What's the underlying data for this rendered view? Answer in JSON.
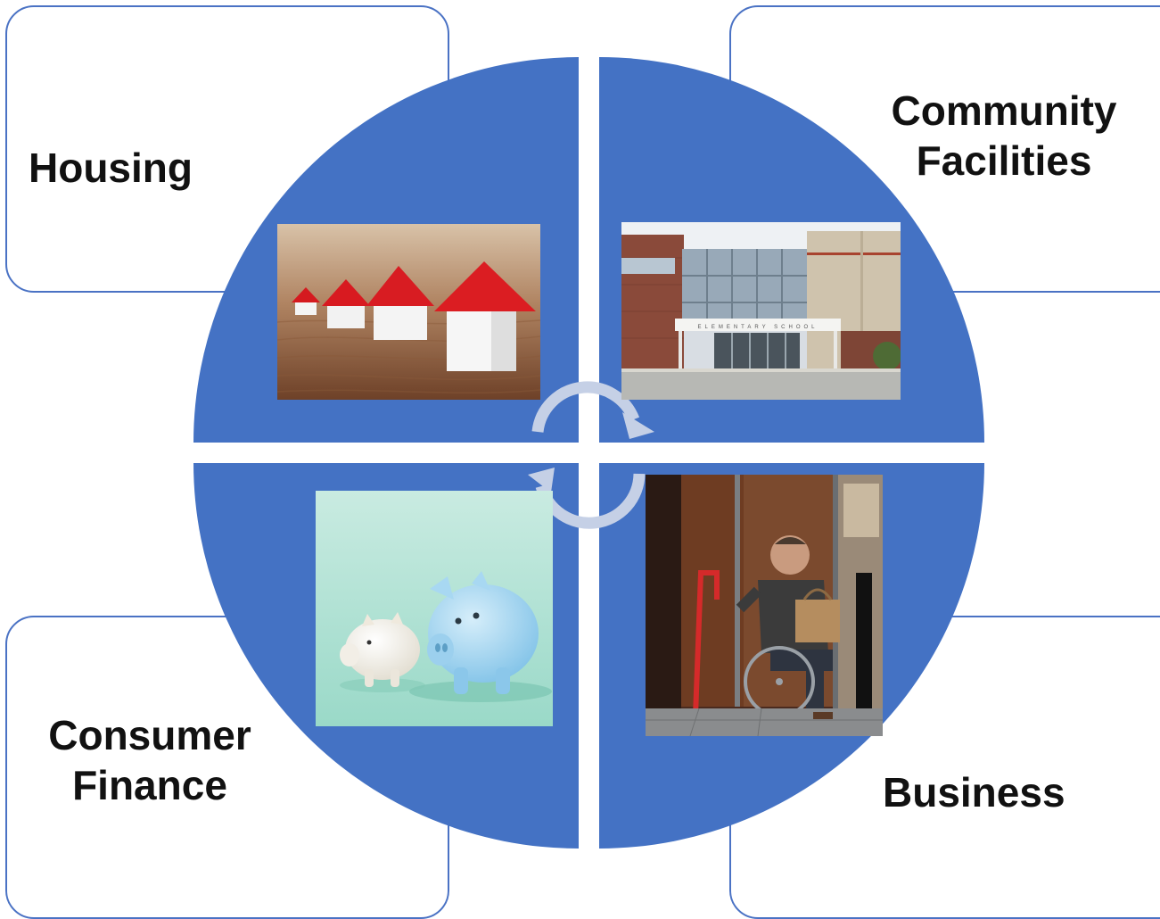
{
  "quadrants": {
    "housing": {
      "label": "Housing",
      "image": "miniature-houses-photo"
    },
    "community": {
      "label": "Community Facilities",
      "line1": "Community",
      "line2": "Facilities",
      "image": "elementary-school-building-photo"
    },
    "consumer": {
      "label": "Consumer Finance",
      "line1": "Consumer",
      "line2": "Finance",
      "image": "piggy-banks-photo"
    },
    "business": {
      "label": "Business",
      "image": "wheelchair-user-doorway-photo"
    }
  },
  "school_sign": "ELEMENTARY SCHOOL",
  "colors": {
    "wheel": "#4472c4",
    "box_border": "#4a72c4",
    "arrow": "#c5d0e6",
    "text": "#111111"
  }
}
